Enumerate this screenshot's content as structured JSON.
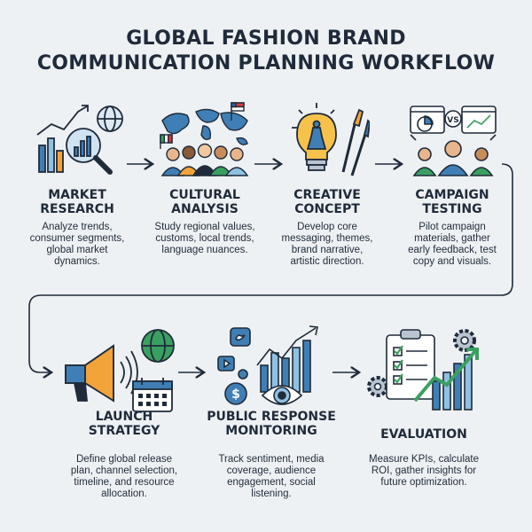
{
  "title": {
    "line1": "GLOBAL FASHION BRAND",
    "line2": "COMMUNICATION PLANNING WORKFLOW"
  },
  "colors": {
    "background": "#eef1f4",
    "navy": "#1f2b3a",
    "blue": "#3f7fb5",
    "light_blue": "#8fc1e3",
    "orange": "#f2a33a",
    "green": "#3aa060"
  },
  "steps": [
    {
      "icon": "magnifier-chart-globe-icon",
      "title_lines": [
        "MARKET",
        "RESEARCH"
      ],
      "desc_lines": [
        "Analyze trends,",
        "consumer segments,",
        "global market",
        "dynamics."
      ]
    },
    {
      "icon": "world-map-people-flags-icon",
      "title_lines": [
        "CULTURAL",
        "ANALYSIS"
      ],
      "desc_lines": [
        "Study regional values,",
        "customs, local trends,",
        "language nuances."
      ]
    },
    {
      "icon": "lightbulb-dress-brushes-icon",
      "title_lines": [
        "CREATIVE",
        "CONCEPT"
      ],
      "desc_lines": [
        "Develop core",
        "messaging, themes,",
        "brand narrative,",
        "artistic direction."
      ]
    },
    {
      "icon": "ab-test-audience-icon",
      "title_lines": [
        "CAMPAIGN",
        "TESTING"
      ],
      "desc_lines": [
        "Pilot campaign",
        "materials, gather",
        "early feedback, test",
        "copy and visuals."
      ]
    },
    {
      "icon": "megaphone-globe-calendar-icon",
      "title_lines": [
        "LAUNCH",
        "STRATEGY"
      ],
      "desc_lines": [
        "Define global release",
        "plan, channel selection,",
        "timeline, and resource",
        "allocation."
      ]
    },
    {
      "icon": "social-media-eye-icon",
      "title_lines": [
        "PUBLIC RESPONSE",
        "MONITORING"
      ],
      "desc_lines": [
        "Track sentiment, media",
        "coverage, audience",
        "engagement, social",
        "listening."
      ]
    },
    {
      "icon": "clipboard-gears-growth-icon",
      "title_lines": [
        "EVALUATION"
      ],
      "desc_lines": [
        "Measure KPIs, calculate",
        "ROI, gather insights for",
        "future optimization."
      ]
    }
  ]
}
